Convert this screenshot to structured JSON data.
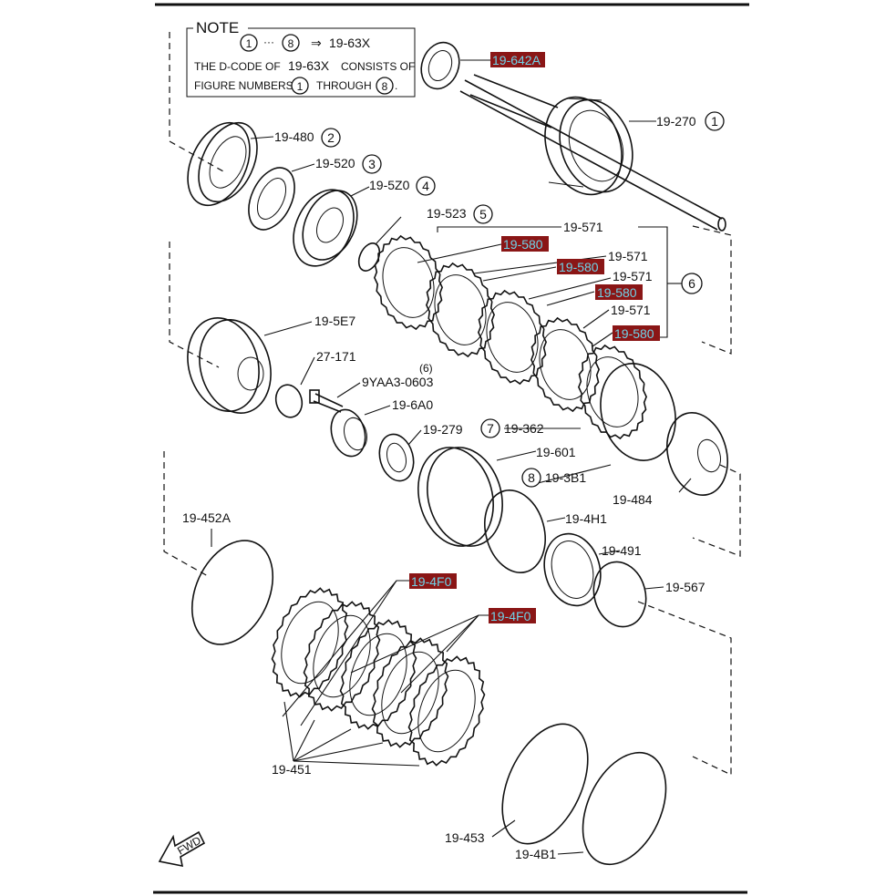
{
  "note": {
    "title": "NOTE",
    "range_start": "1",
    "range_dots": "···",
    "range_end": "8",
    "arrow": "⇒",
    "range_code": "19-63X",
    "line1_a": "THE D-CODE OF",
    "line1_code": "19-63X",
    "line1_b": "CONSISTS OF",
    "line2_a": "FIGURE NUMBERS",
    "line2_start": "1",
    "line2_b": "THROUGH",
    "line2_end": "8",
    "line2_period": "."
  },
  "labels": {
    "p19_642A": "19-642A",
    "p19_270": "19-270",
    "p19_270_num": "1",
    "p19_480": "19-480",
    "p19_480_num": "2",
    "p19_520": "19-520",
    "p19_520_num": "3",
    "p19_5Z0": "19-5Z0",
    "p19_5Z0_num": "4",
    "p19_523": "19-523",
    "p19_523_num": "5",
    "p19_571_a": "19-571",
    "p19_580_a": "19-580",
    "p19_571_b": "19-571",
    "p19_580_b": "19-580",
    "p19_571_c": "19-571",
    "p19_580_c": "19-580",
    "p19_571_d": "19-571",
    "p19_580_d": "19-580",
    "group_num": "6",
    "p19_5E7": "19-5E7",
    "p27_171": "27-171",
    "p9YAA3": "9YAA3-0603",
    "p9YAA3_note": "(6)",
    "p19_6A0": "19-6A0",
    "p19_279": "19-279",
    "p19_362": "19-362",
    "p19_362_num": "7",
    "p19_601": "19-601",
    "p19_3B1": "19-3B1",
    "p19_3B1_num": "8",
    "p19_484": "19-484",
    "p19_4H1": "19-4H1",
    "p19_491": "19-491",
    "p19_567": "19-567",
    "p19_452A": "19-452A",
    "p19_4F0_a": "19-4F0",
    "p19_4F0_b": "19-4F0",
    "p19_451": "19-451",
    "p19_453": "19-453",
    "p19_4B1": "19-4B1",
    "fwd": "FWD"
  },
  "colors": {
    "highlight_fill": "#8a1616",
    "highlight_text": "#6fd3e8",
    "line": "#111111"
  }
}
